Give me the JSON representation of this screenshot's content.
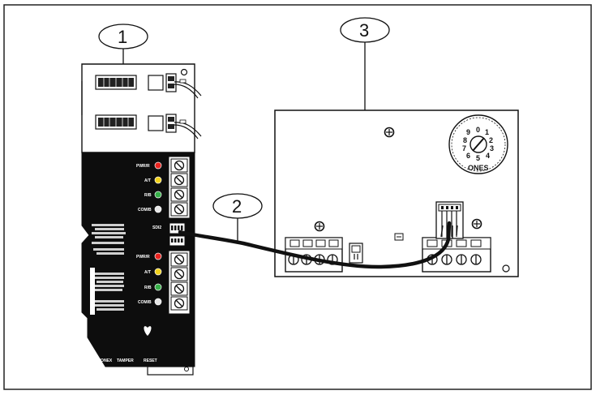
{
  "callouts": [
    {
      "id": 1,
      "label": "1"
    },
    {
      "id": 2,
      "label": "2"
    },
    {
      "id": 3,
      "label": "3"
    }
  ],
  "panel_labels": {
    "pwr_r_top": "PWR/R",
    "at_top": "A/T",
    "rb_top": "R/B",
    "comb_top": "COM/B",
    "sdi2": "SDI2",
    "pwr_r_bottom": "PWR/R",
    "at_bottom": "A/T",
    "rb_bottom": "R/B",
    "comb_bottom": "COM/B",
    "zonex": "ZONEX",
    "tamper": "TAMPER",
    "reset": "RESET"
  },
  "dial": {
    "digits": [
      "0",
      "1",
      "2",
      "3",
      "4",
      "5",
      "6",
      "7",
      "8",
      "9"
    ],
    "label": "ONES"
  },
  "colors": {
    "led_red": "#e8231f",
    "led_yellow": "#f2d21c",
    "led_green": "#37b049",
    "led_white": "#e6e6e6",
    "board_black": "#0d0d0d",
    "outline": "#111111"
  }
}
